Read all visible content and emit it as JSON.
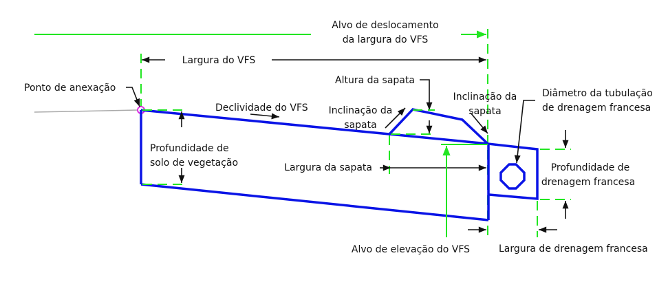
{
  "labels": {
    "offset_target_1": "Alvo de deslocamento",
    "offset_target_2": "da largura do VFS",
    "vfs_width": "Largura do VFS",
    "attach_point": "Ponto de anexação",
    "vfs_slope": "Declividade do VFS",
    "topsoil_depth_1": "Profundidade de",
    "topsoil_depth_2": "solo de vegetação",
    "berm_height": "Altura da sapata",
    "berm_slope_left_1": "Inclinação da",
    "berm_slope_left_2": "sapata",
    "berm_slope_right_1": "Inclinação da",
    "berm_slope_right_2": "sapata",
    "pipe_diameter_1": "Diâmetro da tubulação",
    "pipe_diameter_2": "de drenagem francesa",
    "berm_width": "Largura da sapata",
    "drain_depth_1": "Profundidade de",
    "drain_depth_2": "drenagem francesa",
    "elevation_target": "Alvo de elevação do VFS",
    "drain_width": "Largura de drenagem francesa"
  },
  "colors": {
    "section": "#0a14e6",
    "target": "#22e622",
    "attach": "#e01ee0",
    "dimension": "#111111"
  }
}
